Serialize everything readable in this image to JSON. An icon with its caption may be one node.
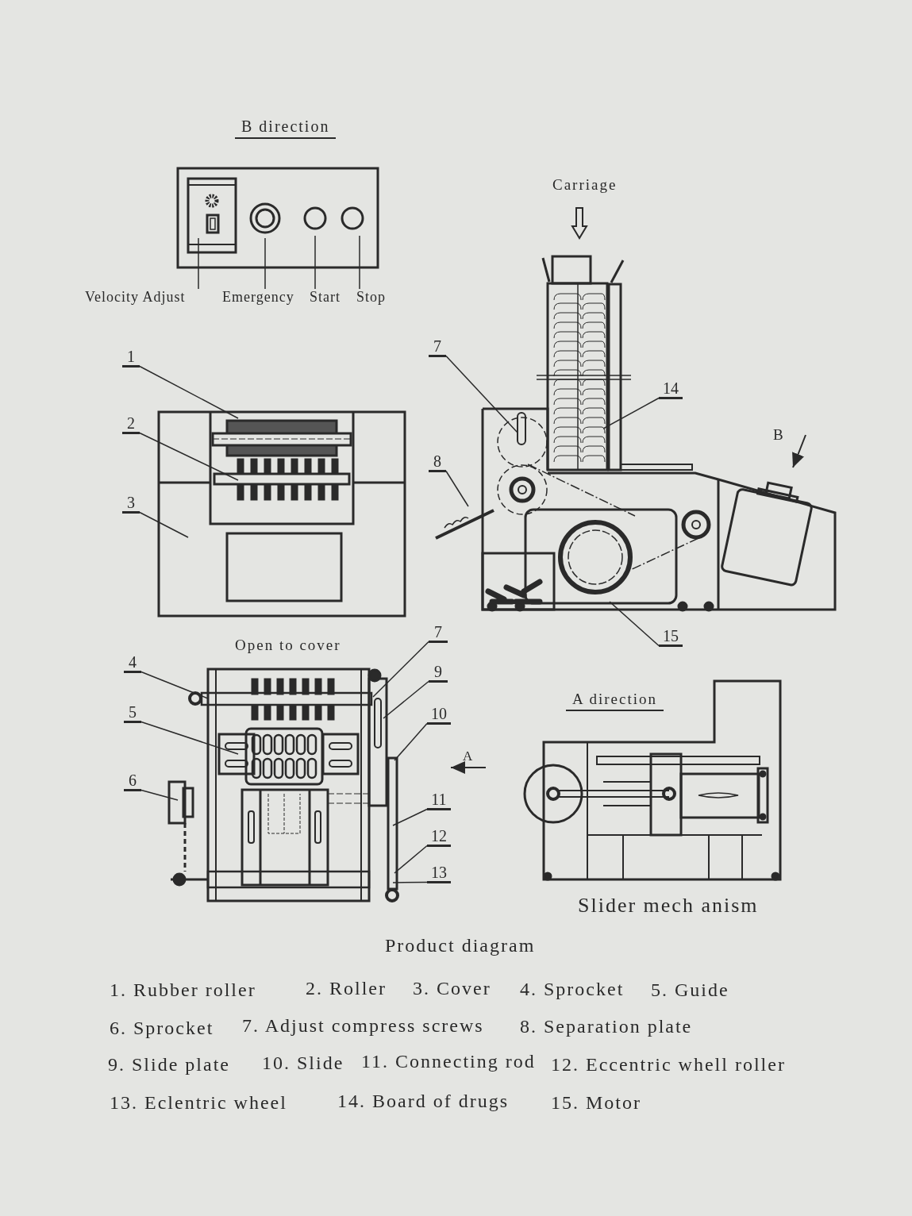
{
  "diagram": {
    "caption": "Product diagram",
    "nodes": [
      {
        "text": [
          "Velocity Adjust"
        ]
      },
      {
        "text": [
          "Emergency"
        ]
      },
      {
        "text": [
          "Start"
        ]
      },
      {
        "text": [
          "Stop"
        ]
      },
      {
        "text": [
          "1"
        ]
      },
      {
        "text": [
          "2"
        ]
      },
      {
        "text": [
          "3"
        ]
      },
      {
        "text": [
          "7"
        ]
      },
      {
        "text": [
          "8"
        ]
      },
      {
        "text": [
          "14"
        ]
      },
      {
        "text": [
          "15"
        ]
      },
      {
        "text": [
          "4"
        ]
      },
      {
        "text": [
          "5"
        ]
      },
      {
        "text": [
          "6"
        ]
      },
      {
        "text": [
          "7"
        ]
      },
      {
        "text": [
          "9"
        ]
      },
      {
        "text": [
          "10"
        ]
      },
      {
        "text": [
          "11"
        ]
      },
      {
        "text": [
          "12"
        ]
      },
      {
        "text": [
          "13"
        ]
      }
    ],
    "edges": [
      {
        "from": 0,
        "to": null,
        "arrow": "none"
      },
      {
        "from": 1,
        "to": null,
        "arrow": "none"
      },
      {
        "from": 2,
        "to": null,
        "arrow": "none"
      },
      {
        "from": 3,
        "to": null,
        "arrow": "none"
      },
      {
        "from": 4,
        "to": null,
        "arrow": "none"
      },
      {
        "from": 5,
        "to": null,
        "arrow": "none"
      },
      {
        "from": 6,
        "to": null,
        "arrow": "none"
      },
      {
        "from": 7,
        "to": null,
        "arrow": "none"
      },
      {
        "from": 8,
        "to": null,
        "arrow": "none"
      },
      {
        "from": 9,
        "to": null,
        "arrow": "none"
      },
      {
        "from": 10,
        "to": null,
        "arrow": "none"
      },
      {
        "from": 11,
        "to": null,
        "arrow": "none"
      },
      {
        "from": 12,
        "to": null,
        "arrow": "none"
      },
      {
        "from": 13,
        "to": null,
        "arrow": "none"
      },
      {
        "from": 14,
        "to": null,
        "arrow": "none"
      },
      {
        "from": 15,
        "to": null,
        "arrow": "none"
      },
      {
        "from": 16,
        "to": null,
        "arrow": "none"
      },
      {
        "from": 17,
        "to": null,
        "arrow": "none"
      },
      {
        "from": 18,
        "to": null,
        "arrow": "none"
      },
      {
        "from": 19,
        "to": null,
        "arrow": "none"
      }
    ],
    "labels": [
      "B direction",
      "Carriage",
      "B",
      "Open to cover",
      "A direction",
      "A",
      "Slider mech anism",
      "1. Rubber roller",
      "2. Roller",
      "3. Cover",
      "4. Sprocket",
      "5. Guide",
      "6. Sprocket",
      "7. Adjust compress screws",
      "8. Separation plate",
      "9. Slide plate",
      "10. Slide",
      "11. Connecting rod",
      "12. Eccentric whell roller",
      "13. Eclentric wheel",
      "14. Board of drugs",
      "15. Motor"
    ]
  }
}
